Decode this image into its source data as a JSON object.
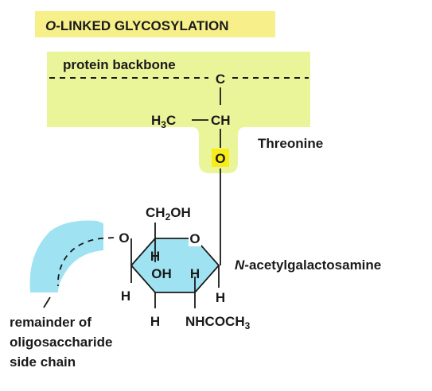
{
  "title": "O-LINKED GLYCOSYLATION",
  "title_italic_prefix": "O",
  "title_rest": "-LINKED GLYCOSYLATION",
  "protein": {
    "backbone_label": "protein backbone",
    "alpha_carbon": "C",
    "side_carbon": "CH",
    "methyl": "H",
    "methyl_sub": "3",
    "methyl_c": "C",
    "hydroxyl_oxygen": "O",
    "residue_name": "Threonine"
  },
  "sugar": {
    "ch2oh_a": "CH",
    "ch2oh_sub": "2",
    "ch2oh_b": "OH",
    "ring_oxygen": "O",
    "glycosidic_oxygen": "O",
    "h_top": "H",
    "oh_mid": "OH",
    "h_mid": "H",
    "h_left": "H",
    "h_right": "H",
    "h_bottom": "H",
    "nhcoch_a": "NHCOCH",
    "nhcoch_sub": "3",
    "name_italic": "N",
    "name_rest": "-acetylgalactosamine"
  },
  "oligosaccharide": {
    "line1": "remainder of",
    "line2": "oligosaccharide",
    "line3": "side chain"
  },
  "colors": {
    "title_bg": "#f7f08a",
    "protein_bg": "#eaf59a",
    "oxygen_highlight": "#f8ec1a",
    "sugar_fill": "#9fe3f2",
    "oligo_fill": "#9fe3f2",
    "text": "#1a1a1a"
  }
}
